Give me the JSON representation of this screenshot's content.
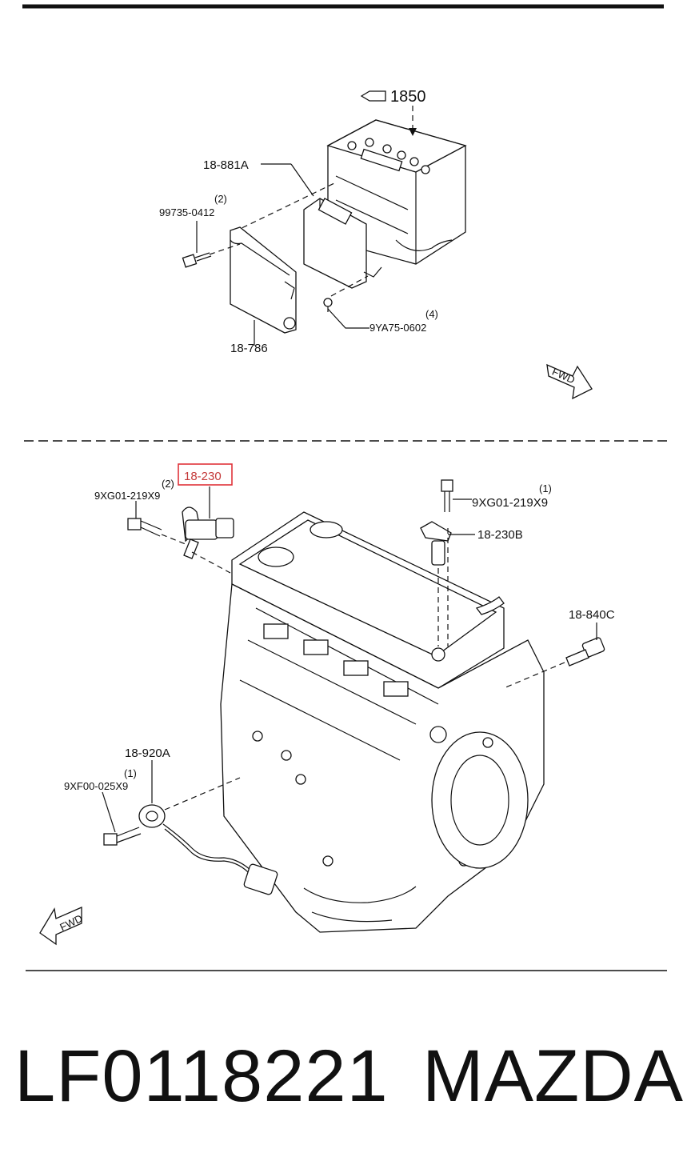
{
  "diagram": {
    "top_section": {
      "ref_arrow_label": "1850",
      "labels": {
        "ecu_bracket_part": "18-881A",
        "bolt_part": "99735-0412",
        "bolt_qty": "(2)",
        "cover_part": "18-786",
        "screw_part": "9YA75-0602",
        "screw_qty": "(4)",
        "fwd_badge": "FWD"
      }
    },
    "bottom_section": {
      "labels": {
        "highlighted_part": "18-230",
        "left_bolt_qty": "(2)",
        "left_bolt_part": "9XG01-219X9",
        "right_bolt_qty": "(1)",
        "right_bolt_part": "9XG01-219X9",
        "cam_sensor_part": "18-230B",
        "temp_sensor_part": "18-840C",
        "knock_sensor_part": "18-920A",
        "knock_bolt_qty": "(1)",
        "knock_bolt_part": "9XF00-025X9",
        "fwd_badge": "FWD"
      }
    },
    "colors": {
      "highlight": "#e0333a",
      "line": "#111111"
    }
  },
  "footer": {
    "part_number": "LF0118221",
    "brand": "MAZDA"
  }
}
